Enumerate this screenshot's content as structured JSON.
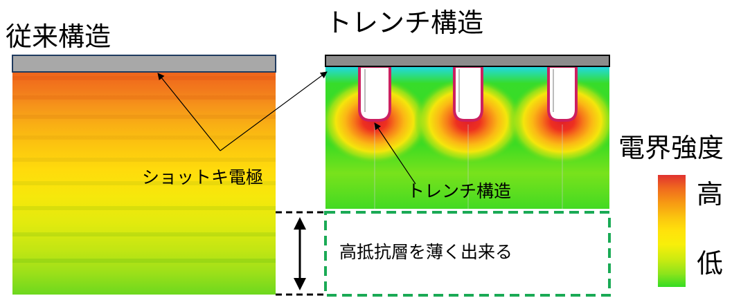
{
  "titles": {
    "conventional": "従来構造",
    "trench": "トレンチ構造"
  },
  "annotations": {
    "schottky_electrode": "ショットキ電極",
    "trench_structure": "トレンチ構造",
    "thin_layer": "高抵抗層を薄く出来る"
  },
  "legend": {
    "title": "電界強度",
    "high": "高",
    "low": "低",
    "colors": [
      "#e0322f",
      "#f06a1e",
      "#f79a13",
      "#fbc50f",
      "#ffe20b",
      "#f8ef0a",
      "#cdeb10",
      "#8ee41b",
      "#35dc24"
    ]
  },
  "colors": {
    "electrode_fill": "#a8a8a8",
    "electrode_border": "#1f3a5f",
    "dashed_box": "#1aaa55",
    "trench_fill": "#ffffff",
    "trench_edge": "#cc2060"
  }
}
